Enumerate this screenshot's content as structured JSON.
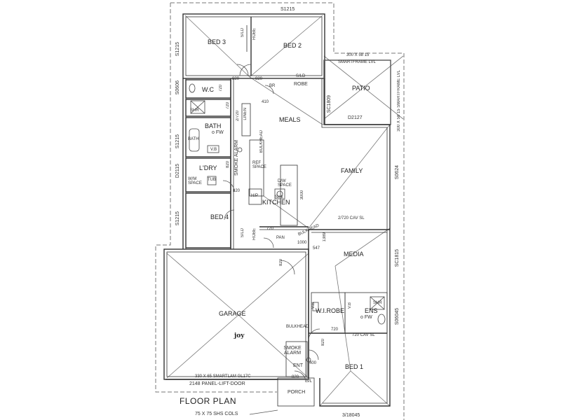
{
  "rooms": {
    "bed3": "BED 3",
    "bed2": "BED 2",
    "wc": "W.C",
    "patio": "PATIO",
    "meals": "MEALS",
    "bath": "BATH",
    "family": "FAMILY",
    "ldry": "L'DRY",
    "kitchen": "KITCHEN",
    "bed4": "BED 4",
    "media": "MEDIA",
    "garage": "GARAGE",
    "wirobe": "W.I.ROBE",
    "ens": "ENS",
    "bed1": "BED 1",
    "ent": "ENT",
    "porch": "PORCH"
  },
  "fixtures": {
    "robe_top": "ROBE",
    "robe_hall": "ROBE",
    "robe_bed4": "ROBE",
    "sld_top": "S/LD",
    "sld_hall": "S/LD",
    "sld_bed4": "S/LD",
    "sld_porch": "S/L",
    "shr": "SHR",
    "shr_ens": "SHR",
    "bath_tub": "BATH",
    "fw_bath": "o FW",
    "fw_ens": "o FW",
    "vb": "V.B",
    "vb_ens": "V.B",
    "vb_ens2": "V.B",
    "wm_space": "W/M SPACE",
    "tub": "TUB",
    "linen": "LINEN",
    "br": "BR",
    "bulkhead_hall": "BULKHEAD",
    "bulkhead_kitchen": "BULKHEAD",
    "bulkhead_garage": "BULKHEAD",
    "smoke_alarm_hall": "SMOKE ALARM",
    "smoke_alarm_ent": "SMOKE ALARM",
    "ref_space": "REF SPACE",
    "dw_space": "D/W SPACE",
    "sink": "Sink",
    "hp": "H/P",
    "pan": "PAN",
    "joy": "joy",
    "cav_sl_family": "2/720 CAV SL",
    "cav_sl_ens": "720 CAV SL"
  },
  "dimensions": {
    "s1215_top": "S1215",
    "s1215_left1": "S1215",
    "s0606": "S0606",
    "s1215_left2": "S1215",
    "d2115": "D2115",
    "s1215_left3": "S1215",
    "sc1809": "SC1809",
    "d2127": "D2127",
    "s0624": "S0624",
    "sc1815": "SC1815",
    "s06045": "S06045",
    "beam_patio_top": "300 X 58 15",
    "smartframe_top": "SMARTFRAME LVL",
    "beam_patio_side": "300 X 58 15 SMARTFRAME LVL",
    "d820_a": "820",
    "d820_b": "820",
    "d720_wc": "720",
    "d720_shr": "720",
    "d2720": "2/720",
    "d410": "410",
    "d820_hall": "820",
    "d820_ldry": "820",
    "d820_bed4": "820",
    "d720_kitchen": "720",
    "d3000": "3000",
    "d1389": "1389",
    "d1000": "1000",
    "d547": "547",
    "d820_garage": "820",
    "d720_ens": "720",
    "d820_bed1": "820",
    "d400": "400",
    "d820_porch": "820",
    "smartlam": "330 X 65 SMARTLAM GL17C",
    "panel_door": "2148 PANEL-LIFT-DOOR",
    "shs_cols": "75 X 75 SHS COLS",
    "bottom_dim": "3/18045"
  },
  "title": "FLOOR PLAN"
}
